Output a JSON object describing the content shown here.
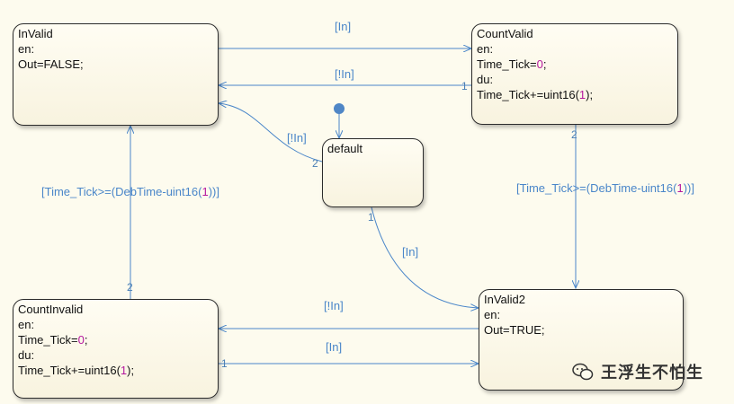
{
  "states": {
    "invalid": {
      "name": "InValid",
      "lines": [
        "en:",
        "Out=FALSE;"
      ]
    },
    "count_valid": {
      "name": "CountValid",
      "line_en": "en:",
      "tick_prefix": "Time_Tick=",
      "tick_value": "0",
      "semi": ";",
      "line_du": "du:",
      "incr_prefix": "Time_Tick+=uint16(",
      "incr_value": "1",
      "incr_suffix": ");"
    },
    "default": {
      "name": "default"
    },
    "count_invalid": {
      "name": "CountInvalid",
      "line_en": "en:",
      "tick_prefix": "Time_Tick=",
      "tick_value": "0",
      "semi": ";",
      "line_du": "du:",
      "incr_prefix": "Time_Tick+=uint16(",
      "incr_value": "1",
      "incr_suffix": ");"
    },
    "invalid2": {
      "name": "InValid2",
      "lines": [
        "en:",
        "Out=TRUE;"
      ]
    }
  },
  "transitions": {
    "invalid_to_countvalid": {
      "label": "[In]"
    },
    "countvalid_to_invalid": {
      "label": "[!In]",
      "priority": "1"
    },
    "default_to_invalid": {
      "label": "[!In]",
      "priority": "2"
    },
    "default_to_invalid2": {
      "label": "[In]",
      "priority": "1"
    },
    "countinvalid_to_invalid": {
      "label_prefix": "[Time_Tick>=(DebTime-uint16(",
      "label_value": "1",
      "label_suffix": "))]",
      "priority": "2"
    },
    "countvalid_to_invalid2": {
      "label_prefix": "[Time_Tick>=(DebTime-uint16(",
      "label_value": "1",
      "label_suffix": "))]",
      "priority": "2"
    },
    "invalid2_to_countinvalid": {
      "label": "[!In]"
    },
    "countinvalid_to_invalid2": {
      "label": "[In]",
      "priority": "1"
    }
  },
  "colors": {
    "transition": "#4a86c9",
    "label_number": "#b5179e",
    "default_dot": "#4f86c6",
    "state_border": "#2b2b2b",
    "background": "#fdfbee"
  },
  "watermark": {
    "icon": "wechat-icon",
    "text": "王浮生不怕生"
  }
}
